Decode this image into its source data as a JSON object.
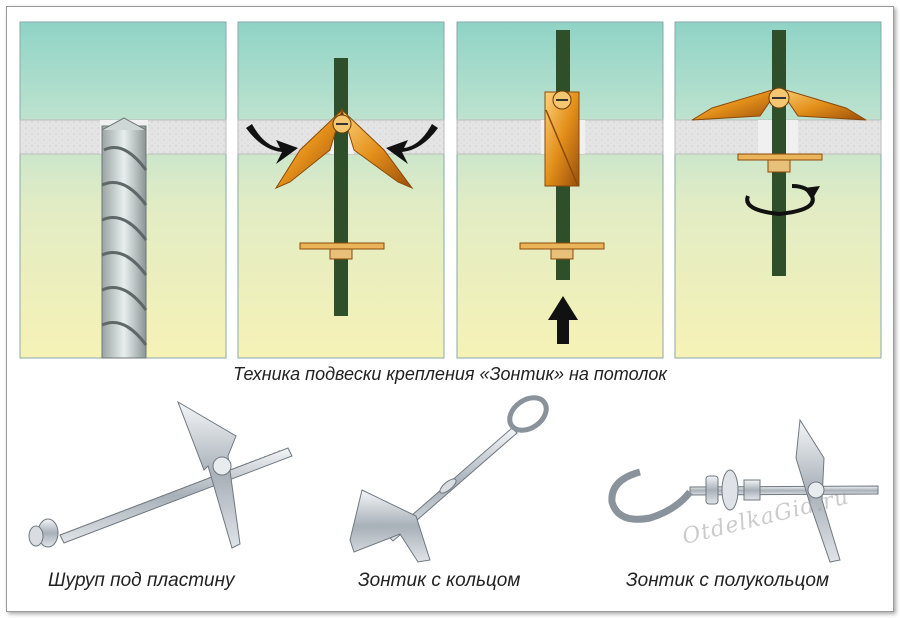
{
  "caption": "Техника подвески крепления «Зонтик» на потолок",
  "products": [
    {
      "label": "Шуруп под пластину"
    },
    {
      "label": "Зонтик с кольцом"
    },
    {
      "label": "Зонтик с полукольцом"
    }
  ],
  "watermark": "OtdelkaGid.ru",
  "colors": {
    "wall_top": "#a9dccf",
    "wall_bottom": "#f2f0b8",
    "ceiling_slab": "#e6e6e6",
    "rod": "#2f4f2a",
    "wing": "#e59a22",
    "arrow": "#111111"
  }
}
